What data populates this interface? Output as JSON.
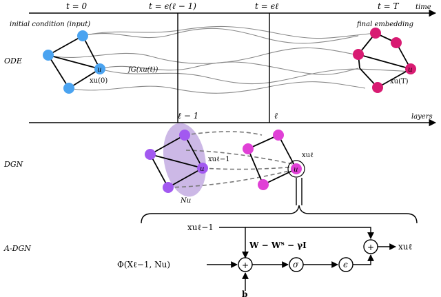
{
  "colors": {
    "input_node": "#4aa3f0",
    "output_node": "#d81b72",
    "prev_layer_node": "#a259f0",
    "next_layer_node": "#e040d6",
    "neighborhood": "#bfa6e0",
    "wave": "#888888"
  },
  "ode": {
    "row_label": "ODE",
    "time_axis_label": "time",
    "tick_t0": "t = 0",
    "tick_prev": "t = ϵ(ℓ − 1)",
    "tick_curr": "t = ϵℓ",
    "tick_T": "t = T",
    "initial_label": "initial condition (input)",
    "final_label": "final embedding",
    "node_u_in": "u",
    "node_u_out": "u",
    "state_in": "xu(0)",
    "state_out": "xu(T)",
    "dynamics": "fG(xu(t))"
  },
  "dgn": {
    "row_label": "DGN",
    "layers_axis_label": "layers",
    "tick_prev": "ℓ − 1",
    "tick_curr": "ℓ",
    "node_u_prev": "u",
    "node_u_curr": "u",
    "state_prev": "xuℓ−1",
    "state_curr": "xuℓ",
    "neighborhood": "Nu"
  },
  "adgn": {
    "row_label": "A-DGN",
    "input_state": "xuℓ−1",
    "weight_expr": "W − Wᵀ − γI",
    "aggregation": "Φ(Xℓ−1, Nu)",
    "bias": "b",
    "sum_symbol": "+",
    "activation": "σ",
    "step_size": "ϵ",
    "output_state": "xuℓ"
  }
}
